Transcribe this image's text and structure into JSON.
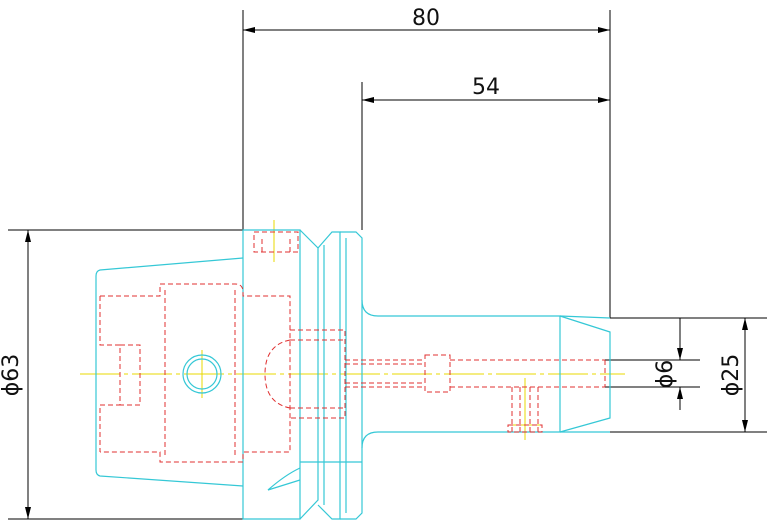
{
  "drawing": {
    "dimensions": {
      "overall_length": "80",
      "gauge_length": "54",
      "flange_diameter": "ϕ63",
      "shank_diameter": "ϕ25",
      "bore_diameter": "ϕ6"
    },
    "colors": {
      "outline": "#35c8d6",
      "hidden": "#e03030",
      "centerline": "#e8d800",
      "dimension": "#000000"
    }
  }
}
